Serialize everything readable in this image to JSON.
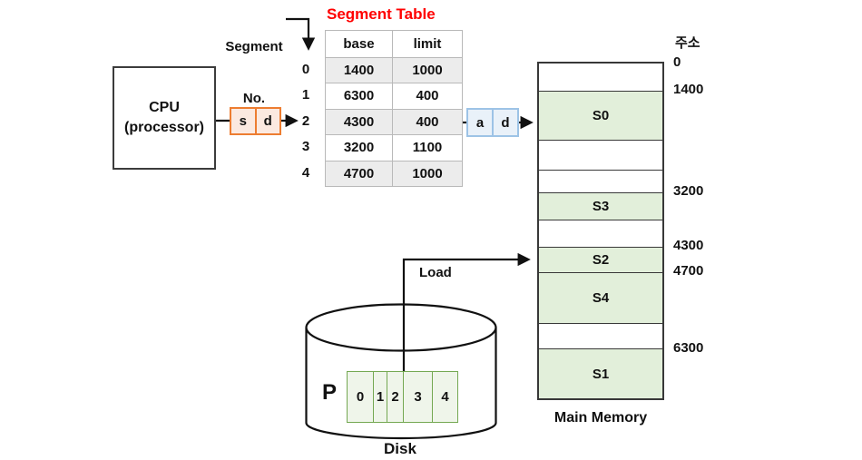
{
  "segment_no": {
    "line1": "Segment",
    "line2": "No."
  },
  "segment_table": {
    "title": "Segment Table",
    "headers": {
      "base": "base",
      "limit": "limit"
    },
    "rows": [
      {
        "no": "0",
        "base": "1400",
        "limit": "1000"
      },
      {
        "no": "1",
        "base": "6300",
        "limit": "400"
      },
      {
        "no": "2",
        "base": "4300",
        "limit": "400"
      },
      {
        "no": "3",
        "base": "3200",
        "limit": "1100"
      },
      {
        "no": "4",
        "base": "4700",
        "limit": "1000"
      }
    ]
  },
  "cpu": {
    "line1": "CPU",
    "line2": "(processor)"
  },
  "logical_address_register": {
    "s": "s",
    "d": "d"
  },
  "physical_address_register": {
    "a": "a",
    "d": "d"
  },
  "memory": {
    "address_header": "주소",
    "caption": "Main Memory",
    "blocks": [
      {
        "type": "free",
        "label": ""
      },
      {
        "type": "segment",
        "label": "S0"
      },
      {
        "type": "free",
        "label": ""
      },
      {
        "type": "free",
        "label": ""
      },
      {
        "type": "segment",
        "label": "S3"
      },
      {
        "type": "free",
        "label": ""
      },
      {
        "type": "segment",
        "label": "S2"
      },
      {
        "type": "segment",
        "label": "S4"
      },
      {
        "type": "free",
        "label": ""
      },
      {
        "type": "segment",
        "label": "S1"
      }
    ],
    "addresses": [
      "0",
      "1400",
      "3200",
      "4300",
      "4700",
      "6300"
    ]
  },
  "disk": {
    "caption": "Disk",
    "process_label": "P",
    "segments": [
      "0",
      "1",
      "2",
      "3",
      "4"
    ],
    "load_label": "Load"
  },
  "colors": {
    "title_red": "#ff0000",
    "sd_register_border": "#ed7d31",
    "sd_register_fill": "#fbe9e0",
    "ad_register_border": "#9dc3e6",
    "ad_register_fill": "#e9f1f9",
    "memory_segment_fill": "#e2efda",
    "disk_segment_border": "#74a852",
    "disk_segment_fill": "#eff5ea",
    "table_alt_row": "#ececec"
  }
}
